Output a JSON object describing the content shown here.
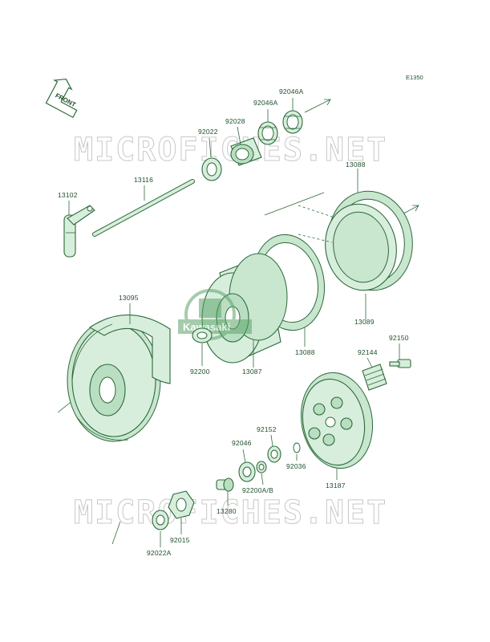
{
  "diagram": {
    "code": "E1350",
    "front_label": "FRONT",
    "watermark": "MICROFICHES.NET",
    "logo_text": "Kawasaki",
    "colors": {
      "line": "#2c6a3a",
      "fill": "#d8eedd",
      "text": "#1f4f2a",
      "watermark": "#c8c8c8"
    },
    "labels": {
      "p92046A_top": "92046A",
      "p92046A_mid": "92046A",
      "p92028": "92028",
      "p92022": "92022",
      "p13116": "13116",
      "p13102": "13102",
      "p13088_top": "13088",
      "p13095": "13095",
      "p13089": "13089",
      "p13088_bot": "13088",
      "p92200": "92200",
      "p13087": "13087",
      "p92150": "92150",
      "p92144": "92144",
      "p92152": "92152",
      "p92046": "92046",
      "p92036": "92036",
      "p92200AB": "92200A/B",
      "p13187": "13187",
      "p13280": "13280",
      "p92015": "92015",
      "p92022A": "92022A"
    }
  }
}
